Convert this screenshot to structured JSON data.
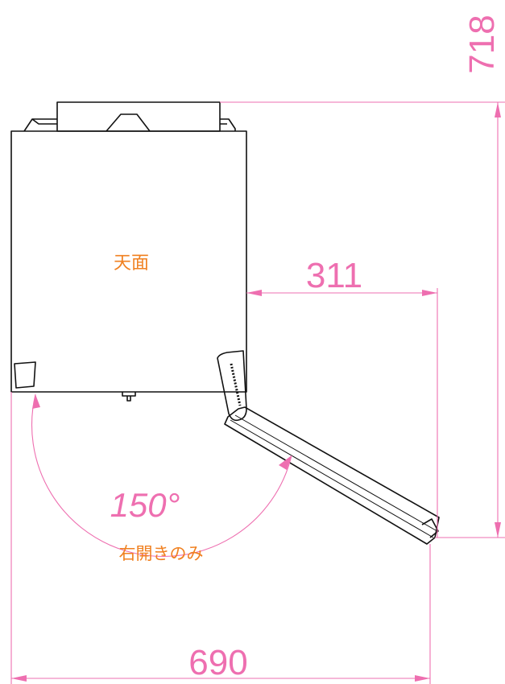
{
  "dimensions": {
    "height": "718",
    "door_protrusion": "311",
    "width_open": "690"
  },
  "angle": "150°",
  "labels": {
    "top_surface": "天面",
    "opening_note": "右開きのみ"
  },
  "colors": {
    "dimension": "#ee6fb0",
    "label": "#f08020",
    "outline": "#111111"
  }
}
